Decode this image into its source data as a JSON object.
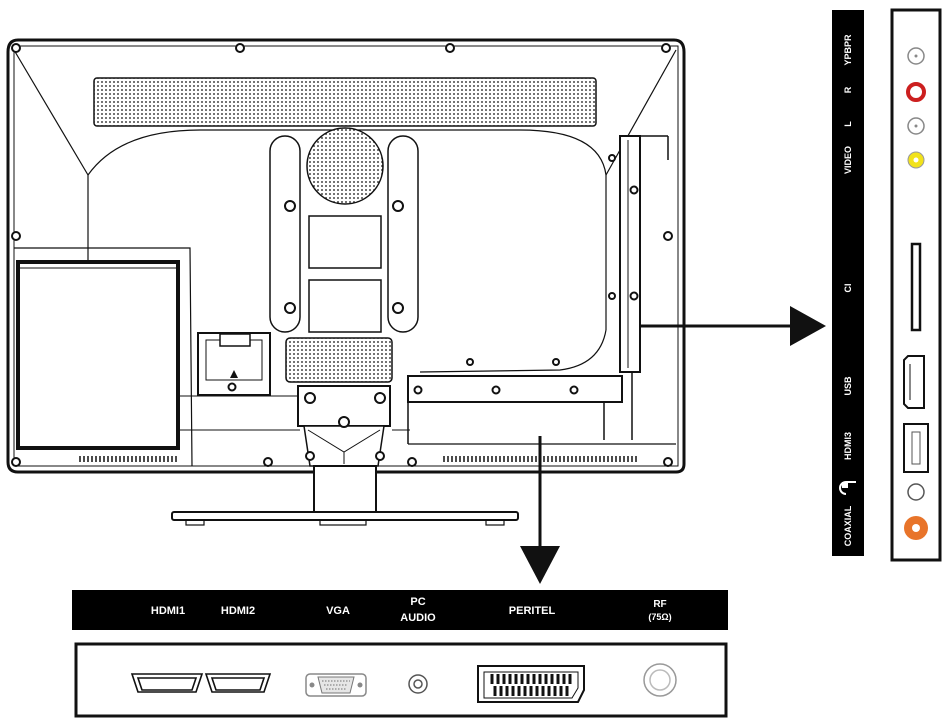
{
  "bottom_panel": {
    "labels": {
      "hdmi1": "HDMI1",
      "hdmi2": "HDMI2",
      "vga": "VGA",
      "pc_audio_line1": "PC",
      "pc_audio_line2": "AUDIO",
      "peritel": "PERITEL",
      "rf_line1": "RF",
      "rf_line2": "(75Ω)"
    }
  },
  "side_panel": {
    "labels": {
      "ypbpr": "YPBPR",
      "r": "R",
      "l": "L",
      "video": "VIDEO",
      "ci": "CI",
      "usb": "USB",
      "hdmi3": "HDMI3",
      "coaxial": "COAXIAL"
    }
  },
  "colors": {
    "label_bar": "#000000",
    "label_text": "#ffffff",
    "red_jack": "#cc1f1f",
    "yellow_jack": "#f2e21a",
    "orange_jack": "#e8742a",
    "line": "#111111"
  }
}
